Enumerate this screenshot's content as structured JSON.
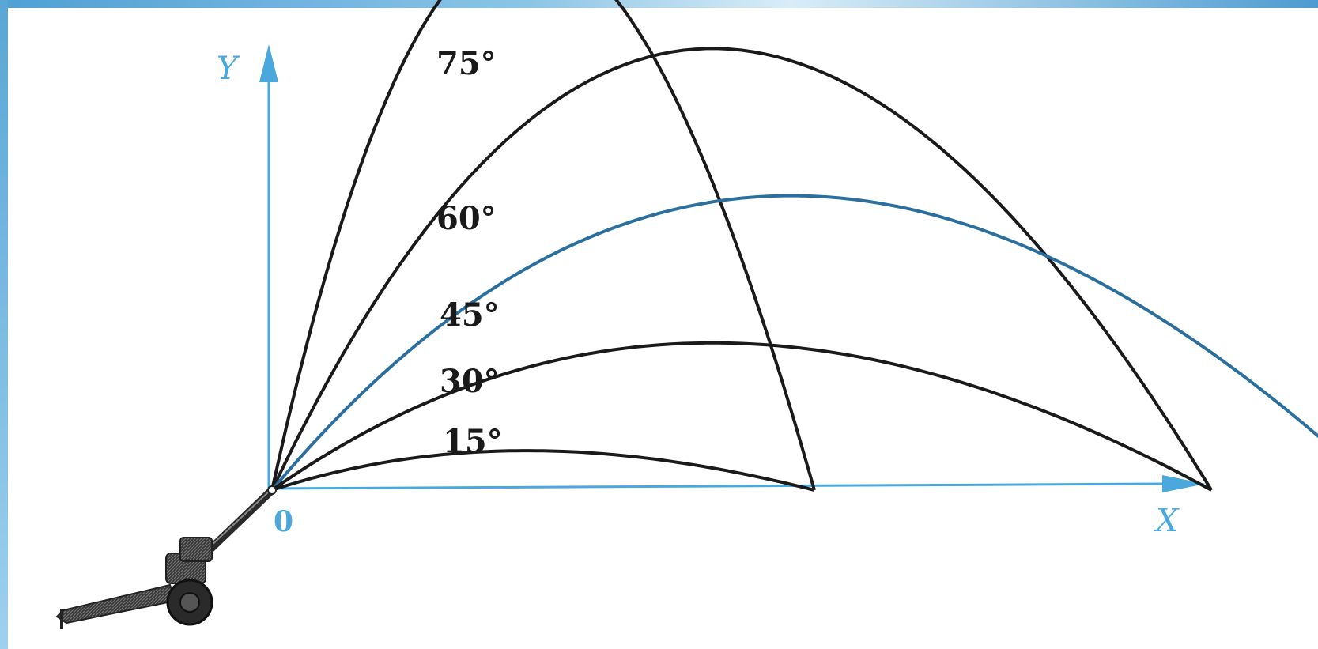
{
  "diagram": {
    "axis_x_label": "X",
    "axis_y_label": "Y",
    "origin_label": "0",
    "axis_color": "#4aa8dc",
    "curve_color": "#1a1a1a",
    "highlight_curve_color": "#2a6f9e",
    "trajectories": [
      {
        "angle": 75,
        "label": "75°",
        "highlight": false
      },
      {
        "angle": 60,
        "label": "60°",
        "highlight": false
      },
      {
        "angle": 45,
        "label": "45°",
        "highlight": true
      },
      {
        "angle": 30,
        "label": "30°",
        "highlight": false
      },
      {
        "angle": 15,
        "label": "15°",
        "highlight": false
      }
    ],
    "illustration": "cannon-icon"
  }
}
